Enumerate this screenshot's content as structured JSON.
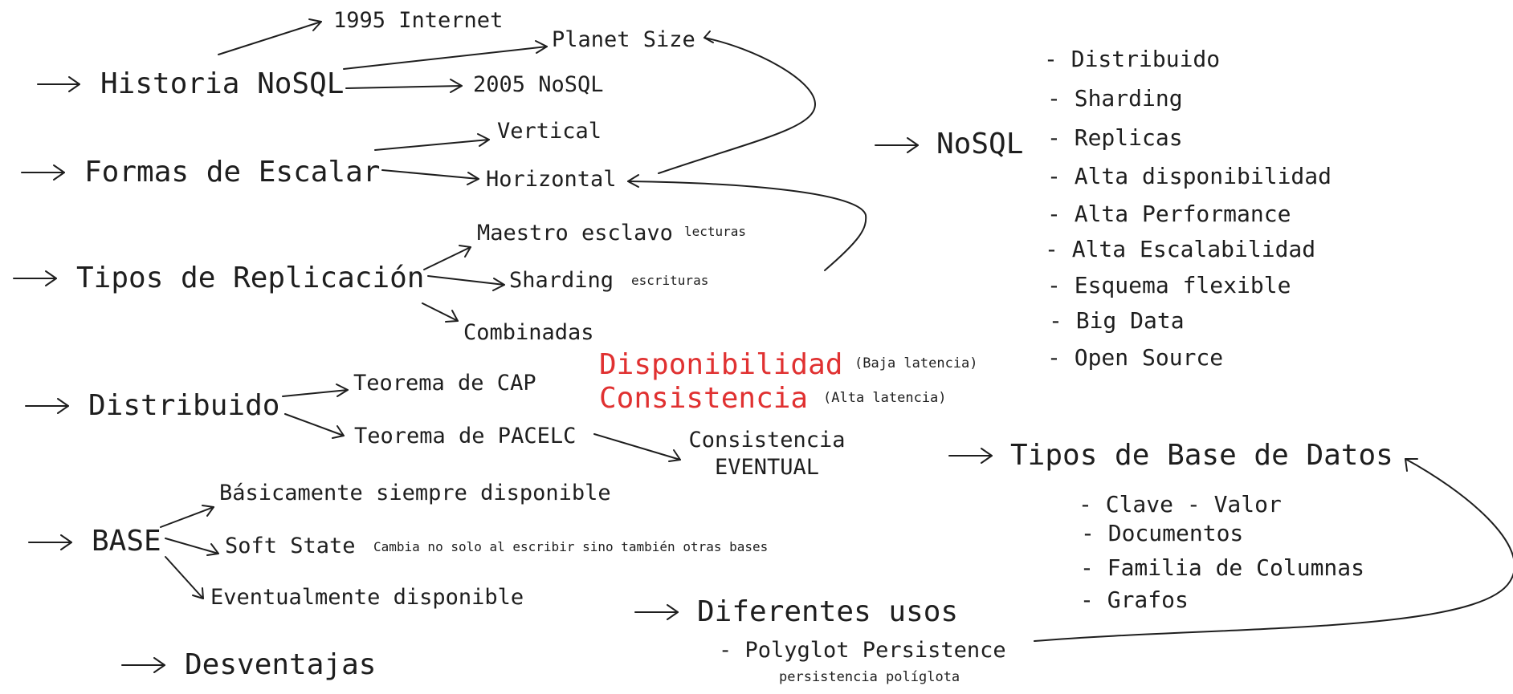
{
  "colors": {
    "ink": "#1e1e1e",
    "accent": "#e03131",
    "background": "#ffffff"
  },
  "historia": {
    "title": "Historia NoSQL",
    "internet": "1995 Internet",
    "planet": "Planet Size",
    "nosql2005": "2005 NoSQL"
  },
  "escalar": {
    "title": "Formas de Escalar",
    "vertical": "Vertical",
    "horizontal": "Horizontal"
  },
  "replicacion": {
    "title": "Tipos de Replicación",
    "maestro": "Maestro esclavo",
    "lecturas": "lecturas",
    "sharding": "Sharding",
    "escrituras": "escrituras",
    "combinadas": "Combinadas"
  },
  "distribuido": {
    "title": "Distribuido",
    "cap": "Teorema de CAP",
    "pacelc": "Teorema de PACELC",
    "disponibilidad": "Disponibilidad",
    "baja": "(Baja latencia)",
    "consistencia": "Consistencia",
    "alta": "(Alta latencia)",
    "eventual_1": "Consistencia",
    "eventual_2": "EVENTUAL"
  },
  "base": {
    "title": "BASE",
    "basicamente": "Básicamente siempre disponible",
    "soft": "Soft State",
    "soft_note": "Cambia no solo al escribir sino también otras bases",
    "eventual": "Eventualmente disponible"
  },
  "desventajas": {
    "title": "Desventajas"
  },
  "usos": {
    "title": "Diferentes usos",
    "polyglot": "- Polyglot Persistence",
    "poliglota": "persistencia políglota"
  },
  "nosql": {
    "title": "NoSQL",
    "items": [
      "- Distribuido",
      "- Sharding",
      "- Replicas",
      "- Alta disponibilidad",
      "- Alta Performance",
      "- Alta Escalabilidad",
      "- Esquema flexible",
      "- Big Data",
      "- Open Source"
    ]
  },
  "tipos": {
    "title": "Tipos de Base de Datos",
    "items": [
      "- Clave - Valor",
      "- Documentos",
      "- Familia de Columnas",
      "- Grafos"
    ]
  }
}
